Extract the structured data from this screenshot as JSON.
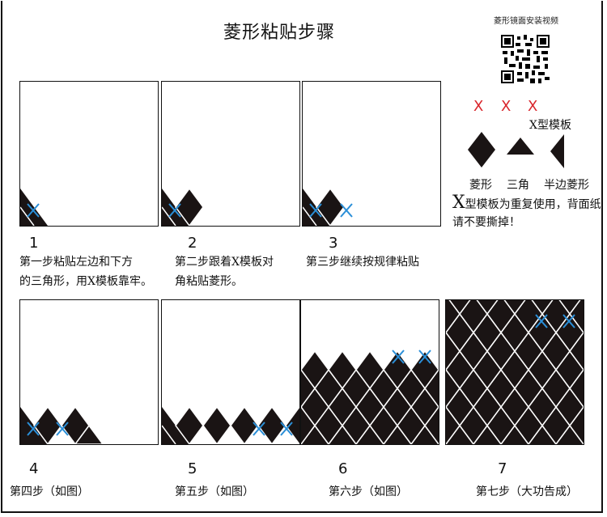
{
  "title": "菱形粘贴步骤",
  "qr": {
    "caption": "菱形镜面安装视频"
  },
  "legend": {
    "x_marks": [
      "X",
      "X",
      "X"
    ],
    "x_template_label": "X型模板",
    "shapes": [
      {
        "name": "diamond",
        "label": "菱形"
      },
      {
        "name": "triangle",
        "label": "三角"
      },
      {
        "name": "half-diamond",
        "label": "半边菱形"
      }
    ],
    "note_prefix": "X",
    "note_rest": "型模板为重复使用，背面纸请不要撕掉！"
  },
  "steps": [
    {
      "num": "1",
      "line1": "第一步粘贴左边和下方",
      "line2": "的三角形，用X模板靠牢。"
    },
    {
      "num": "2",
      "line1": "第二步跟着X模板对",
      "line2": "角粘贴菱形。"
    },
    {
      "num": "3",
      "line1": "第三步继续按规律粘贴",
      "line2": ""
    },
    {
      "num": "4",
      "line1": "第四步（如图）",
      "line2": ""
    },
    {
      "num": "5",
      "line1": "第五步（如图）",
      "line2": ""
    },
    {
      "num": "6",
      "line1": "第六步（如图）",
      "line2": ""
    },
    {
      "num": "7",
      "line1": "第七步（大功告成）",
      "line2": ""
    }
  ],
  "colors": {
    "tile": "#1a1414",
    "grout": "#ffffff",
    "x_mark_blue": "#2a8fd8",
    "x_mark_red": "#d9262c"
  }
}
